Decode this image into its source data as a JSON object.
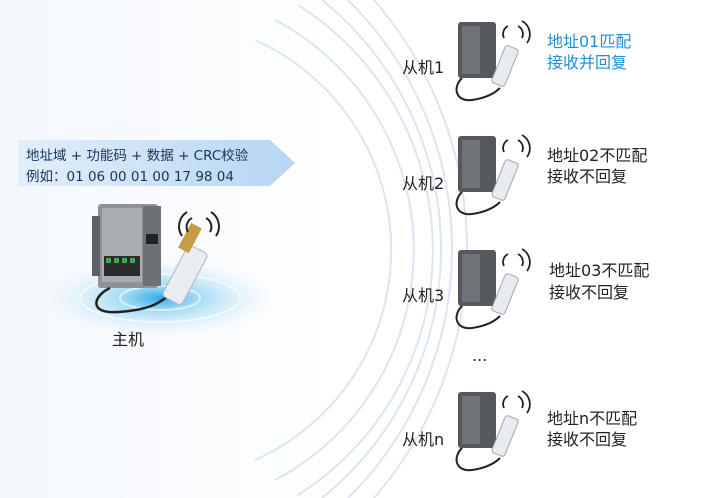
{
  "banner": {
    "line1": "地址域 + 功能码 + 数据 + CRC校验",
    "line2": "例如：01  06  00 01  00 17  98 04"
  },
  "master": {
    "label": "主机"
  },
  "slaves": [
    {
      "label": "从机1",
      "status_line1": "地址01匹配",
      "status_line2": "接收并回复",
      "matched": true
    },
    {
      "label": "从机2",
      "status_line1": "地址02不匹配",
      "status_line2": "接收不回复",
      "matched": false
    },
    {
      "label": "从机3",
      "status_line1": "地址03不匹配",
      "status_line2": "接收不回复",
      "matched": false
    },
    {
      "label": "从机n",
      "status_line1": "地址n不匹配",
      "status_line2": "接收不回复",
      "matched": false
    }
  ],
  "ellipsis": "...",
  "colors": {
    "accent": "#1d8fd6",
    "banner": "#cfe4f7",
    "wave": "#dfe9f3"
  }
}
